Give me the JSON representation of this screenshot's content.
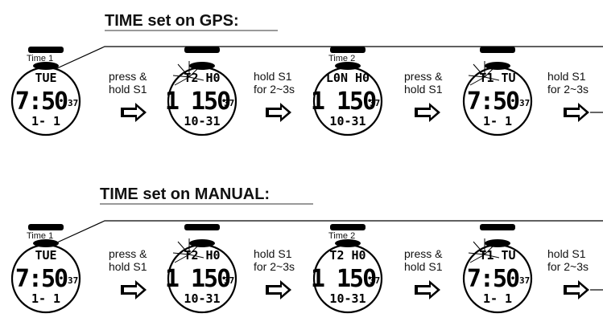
{
  "sections": [
    {
      "title": "TIME set on GPS:",
      "watches": [
        {
          "caption": "Time 1",
          "top": "TUE",
          "main": "7:50",
          "sec": "37",
          "bottom": "1- 1",
          "flash": false
        },
        {
          "caption": "",
          "top": "T2  H0",
          "main": "1 150",
          "sec": "37",
          "bottom": "10-31",
          "flash": true
        },
        {
          "caption": "Time 2",
          "top": "L0N  H0",
          "main": "1 150",
          "sec": "37",
          "bottom": "10-31",
          "flash": false
        },
        {
          "caption": "",
          "top": "T1  TU",
          "main": "7:50",
          "sec": "37",
          "bottom": "1-  1",
          "flash": true
        }
      ],
      "steps": [
        {
          "line1": "press &",
          "line2": "hold S1"
        },
        {
          "line1": "hold S1",
          "line2": "for 2~3s"
        },
        {
          "line1": "press &",
          "line2": "hold S1"
        },
        {
          "line1": "hold S1",
          "line2": "for 2~3s"
        }
      ]
    },
    {
      "title": "TIME set on MANUAL:",
      "watches": [
        {
          "caption": "Time 1",
          "top": "TUE",
          "main": "7:50",
          "sec": "37",
          "bottom": "1-  1",
          "flash": false
        },
        {
          "caption": "",
          "top": "T2  H0",
          "main": "1 150",
          "sec": "37",
          "bottom": "10-31",
          "flash": true
        },
        {
          "caption": "Time 2",
          "top": "T2  H0",
          "main": "1 150",
          "sec": "37",
          "bottom": "10-31",
          "flash": false
        },
        {
          "caption": "",
          "top": "T1  TU",
          "main": "7:50",
          "sec": "37",
          "bottom": "1-  1",
          "flash": true
        }
      ],
      "steps": [
        {
          "line1": "press &",
          "line2": "hold S1"
        },
        {
          "line1": "hold S1",
          "line2": "for 2~3s"
        },
        {
          "line1": "press &",
          "line2": "hold S1"
        },
        {
          "line1": "hold S1",
          "line2": "for 2~3s"
        }
      ]
    }
  ]
}
